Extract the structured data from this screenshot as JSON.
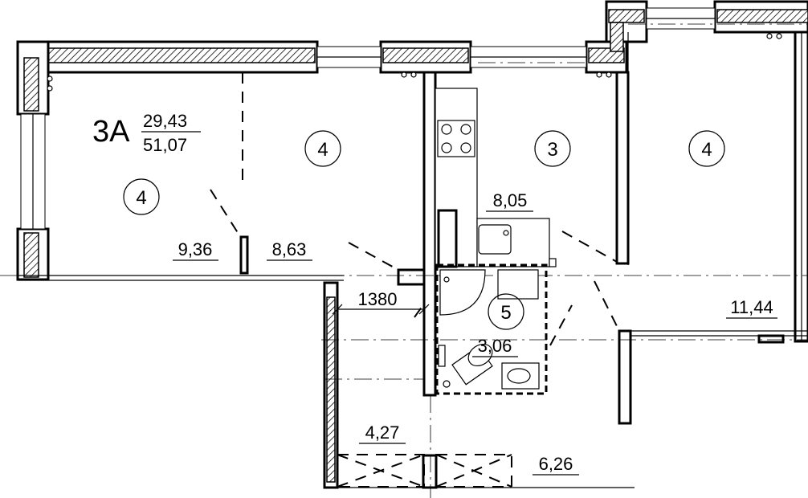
{
  "apartment": {
    "type_label": "3А",
    "living_area": "29,43",
    "total_area": "51,07"
  },
  "rooms": [
    {
      "id": "room-left",
      "class_number": "4",
      "area": "9,36"
    },
    {
      "id": "room-middle",
      "class_number": "4",
      "area": "8,63"
    },
    {
      "id": "kitchen",
      "class_number": "3",
      "area": "8,05"
    },
    {
      "id": "room-right",
      "class_number": "4",
      "area": "11,44"
    },
    {
      "id": "bathroom",
      "class_number": "5",
      "area": "3,06"
    }
  ],
  "other_areas": {
    "hall": "4,27",
    "corridor": "6,26"
  },
  "dimensions": {
    "hall_width": "1380"
  }
}
